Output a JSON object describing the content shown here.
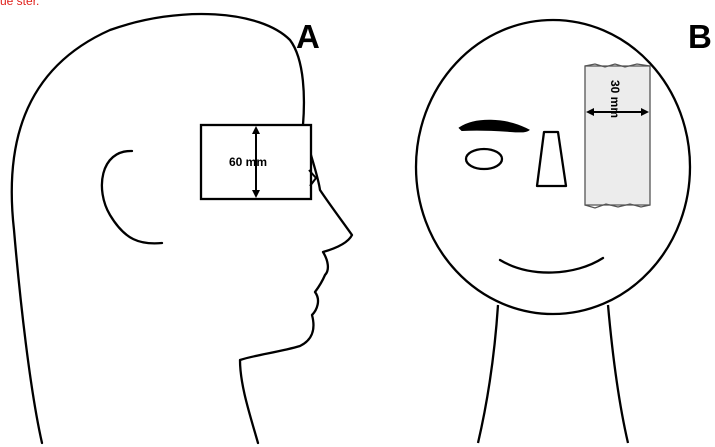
{
  "top_note": "ue ster.",
  "colors": {
    "line": "#000000",
    "note": "#e0201b",
    "strip_fill": "#ececec",
    "box_fill": "#ffffff"
  },
  "panel_a": {
    "letter": "A",
    "measure_label": "60 mm"
  },
  "panel_b": {
    "letter": "B",
    "measure_label": "30 mm"
  }
}
